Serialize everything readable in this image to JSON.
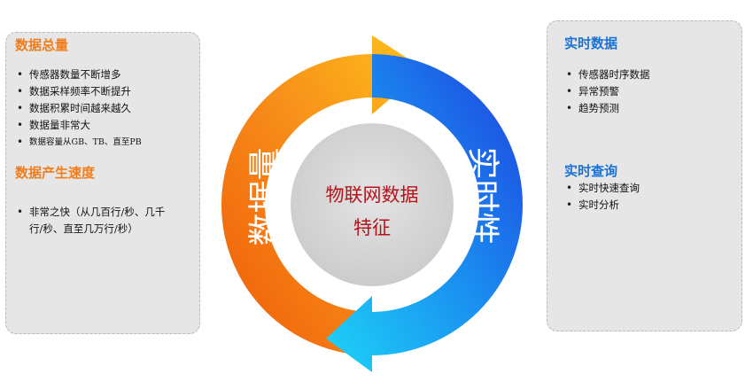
{
  "left_panel": {
    "section1": {
      "title": "数据总量",
      "items": [
        "传感器数量不断增多",
        "数据采样频率不断提升",
        "数据积累时间越来越久",
        "数据量非常大",
        "数据容量从GB、TB、直至PB"
      ]
    },
    "section2": {
      "title": "数据产生速度",
      "items": [
        "非常之快（从几百行/秒、几千行/秒、直至几万行/秒）"
      ]
    }
  },
  "right_panel": {
    "section1": {
      "title": "实时数据",
      "items": [
        "传感器时序数据",
        "异常预警",
        "趋势预测"
      ]
    },
    "section2": {
      "title": "实时查询",
      "items": [
        "实时快速查询",
        "实时分析"
      ]
    }
  },
  "cycle": {
    "center_line1": "物联网数据",
    "center_line2": "特征",
    "left_arc_label": "数据量",
    "right_arc_label": "实时性"
  },
  "colors": {
    "orange_dark": "#f06a0c",
    "orange_light": "#ffc21a",
    "blue_dark": "#1f47e0",
    "blue_light": "#1ec8f5",
    "center_text": "#b3141c",
    "accent_orange": "#f07d1c",
    "accent_blue": "#1a72d6"
  }
}
